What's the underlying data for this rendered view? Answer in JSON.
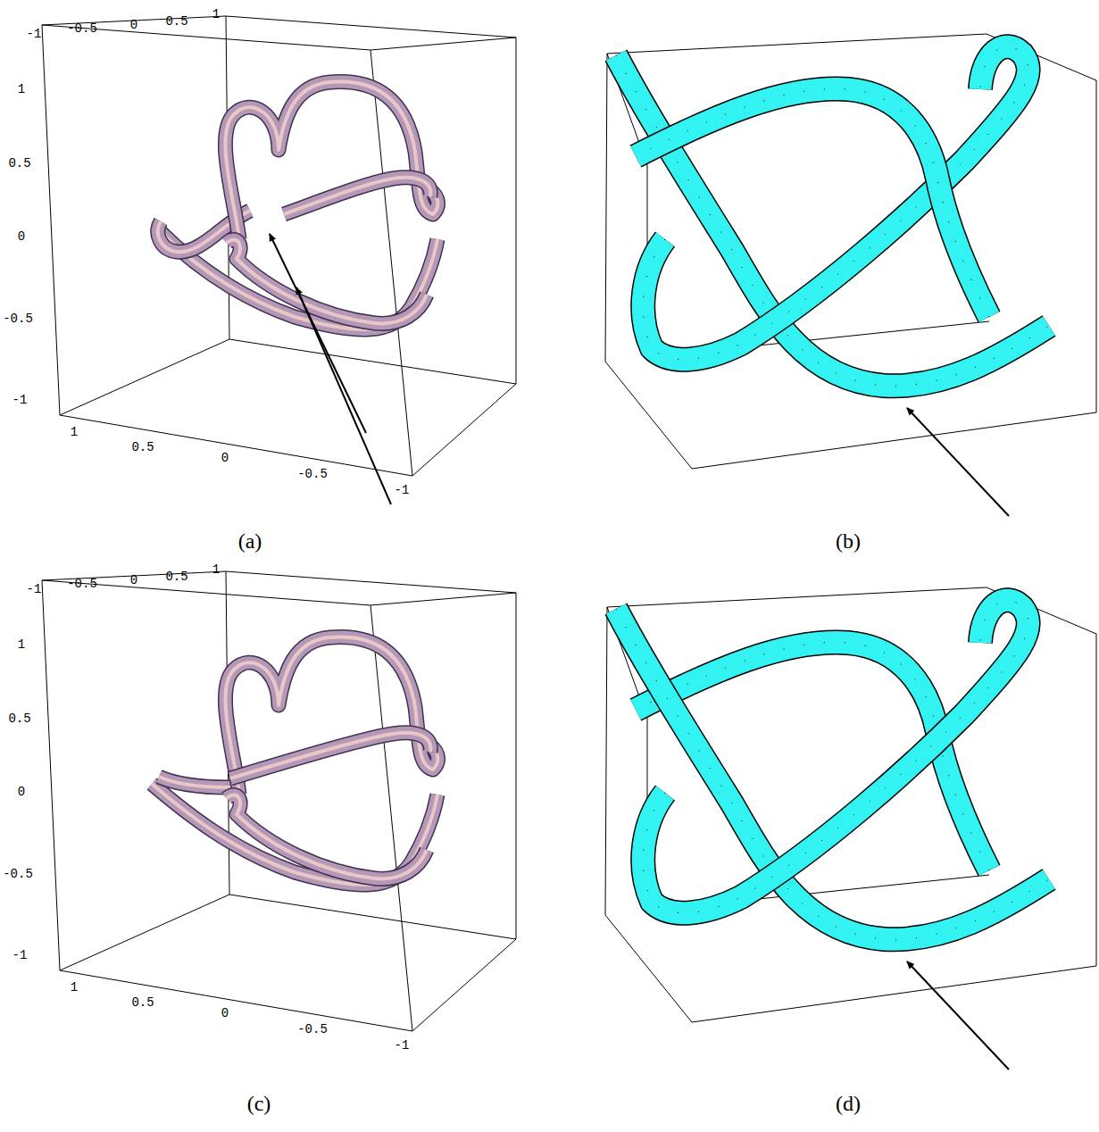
{
  "diagram": {
    "labels": [
      "-1",
      "-0.5",
      "0",
      "0.5",
      "1",
      "1",
      "0.5",
      "0",
      "-0.5",
      "-1",
      "1",
      "0.5",
      "0",
      "-0.5",
      "-1",
      "(a)",
      "(b)",
      "-1",
      "-0.5",
      "0",
      "0.5",
      "1",
      "1",
      "0.5",
      "0",
      "-0.5",
      "-1",
      "1",
      "0.5",
      "0",
      "-0.5",
      "-1",
      "(c)",
      "(d)"
    ]
  }
}
